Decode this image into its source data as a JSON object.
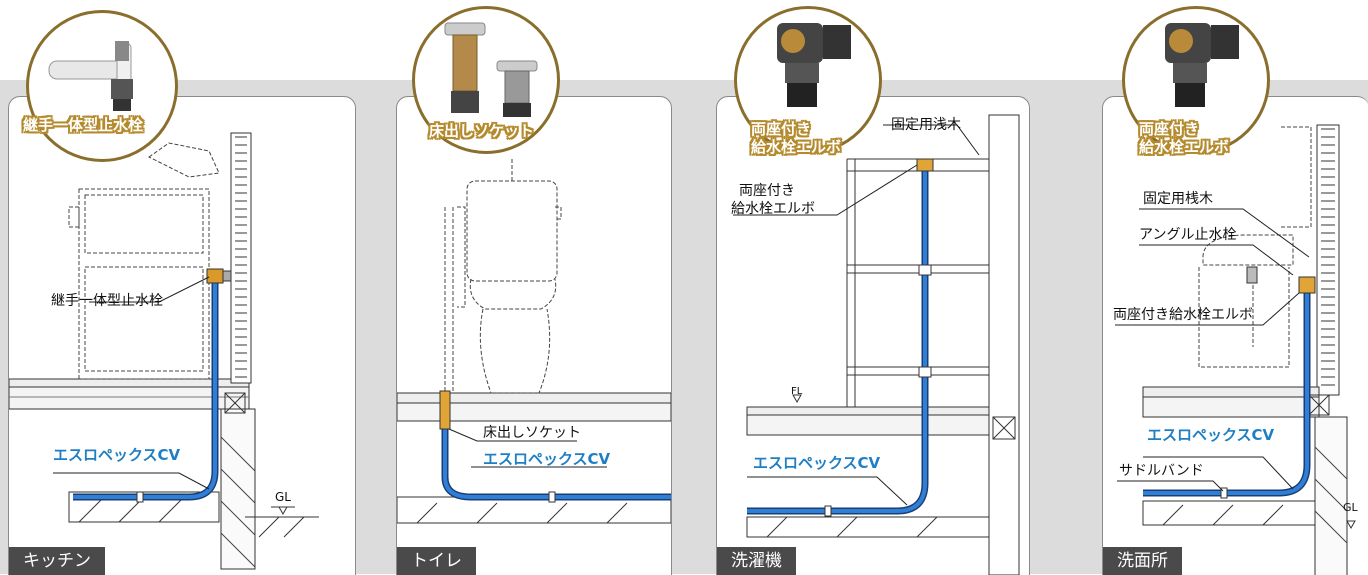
{
  "panels": {
    "kitchen": {
      "tag": "キッチン",
      "product_title": "継手一体型止水栓",
      "label_valve": "継手一体型止水栓",
      "label_pipe": "エスロペックスCV",
      "label_gl": "GL"
    },
    "toilet": {
      "tag": "トイレ",
      "product_title": "床出しソケット",
      "label_socket": "床出しソケット",
      "label_pipe": "エスロペックスCV"
    },
    "washer": {
      "tag": "洗濯機",
      "product_title_1": "両座付き",
      "product_title_2": "給水栓エルボ",
      "label_batten": "固定用浅木",
      "label_elbow_1": "両座付き",
      "label_elbow_2": "給水栓エルボ",
      "label_fl": "FL",
      "label_pipe": "エスロペックスCV"
    },
    "washroom": {
      "tag": "洗面所",
      "product_title_1": "両座付き",
      "product_title_2": "給水栓エルボ",
      "label_batten": "固定用桟木",
      "label_angle": "アングル止水栓",
      "label_elbow": "両座付き給水栓エルボ",
      "label_pipe": "エスロペックスCV",
      "label_saddle": "サドルバンド",
      "label_gl": "GL"
    }
  },
  "colors": {
    "pipe": "#1f6fc0",
    "accent_ring": "#8a6e2c",
    "label_blue": "#1f7fc4",
    "tag_bg": "#4a4a4a",
    "band_bg": "#dcdcdc"
  },
  "icons": [
    "valve-photo",
    "socket-photo",
    "elbow-photo",
    "elbow-photo"
  ]
}
